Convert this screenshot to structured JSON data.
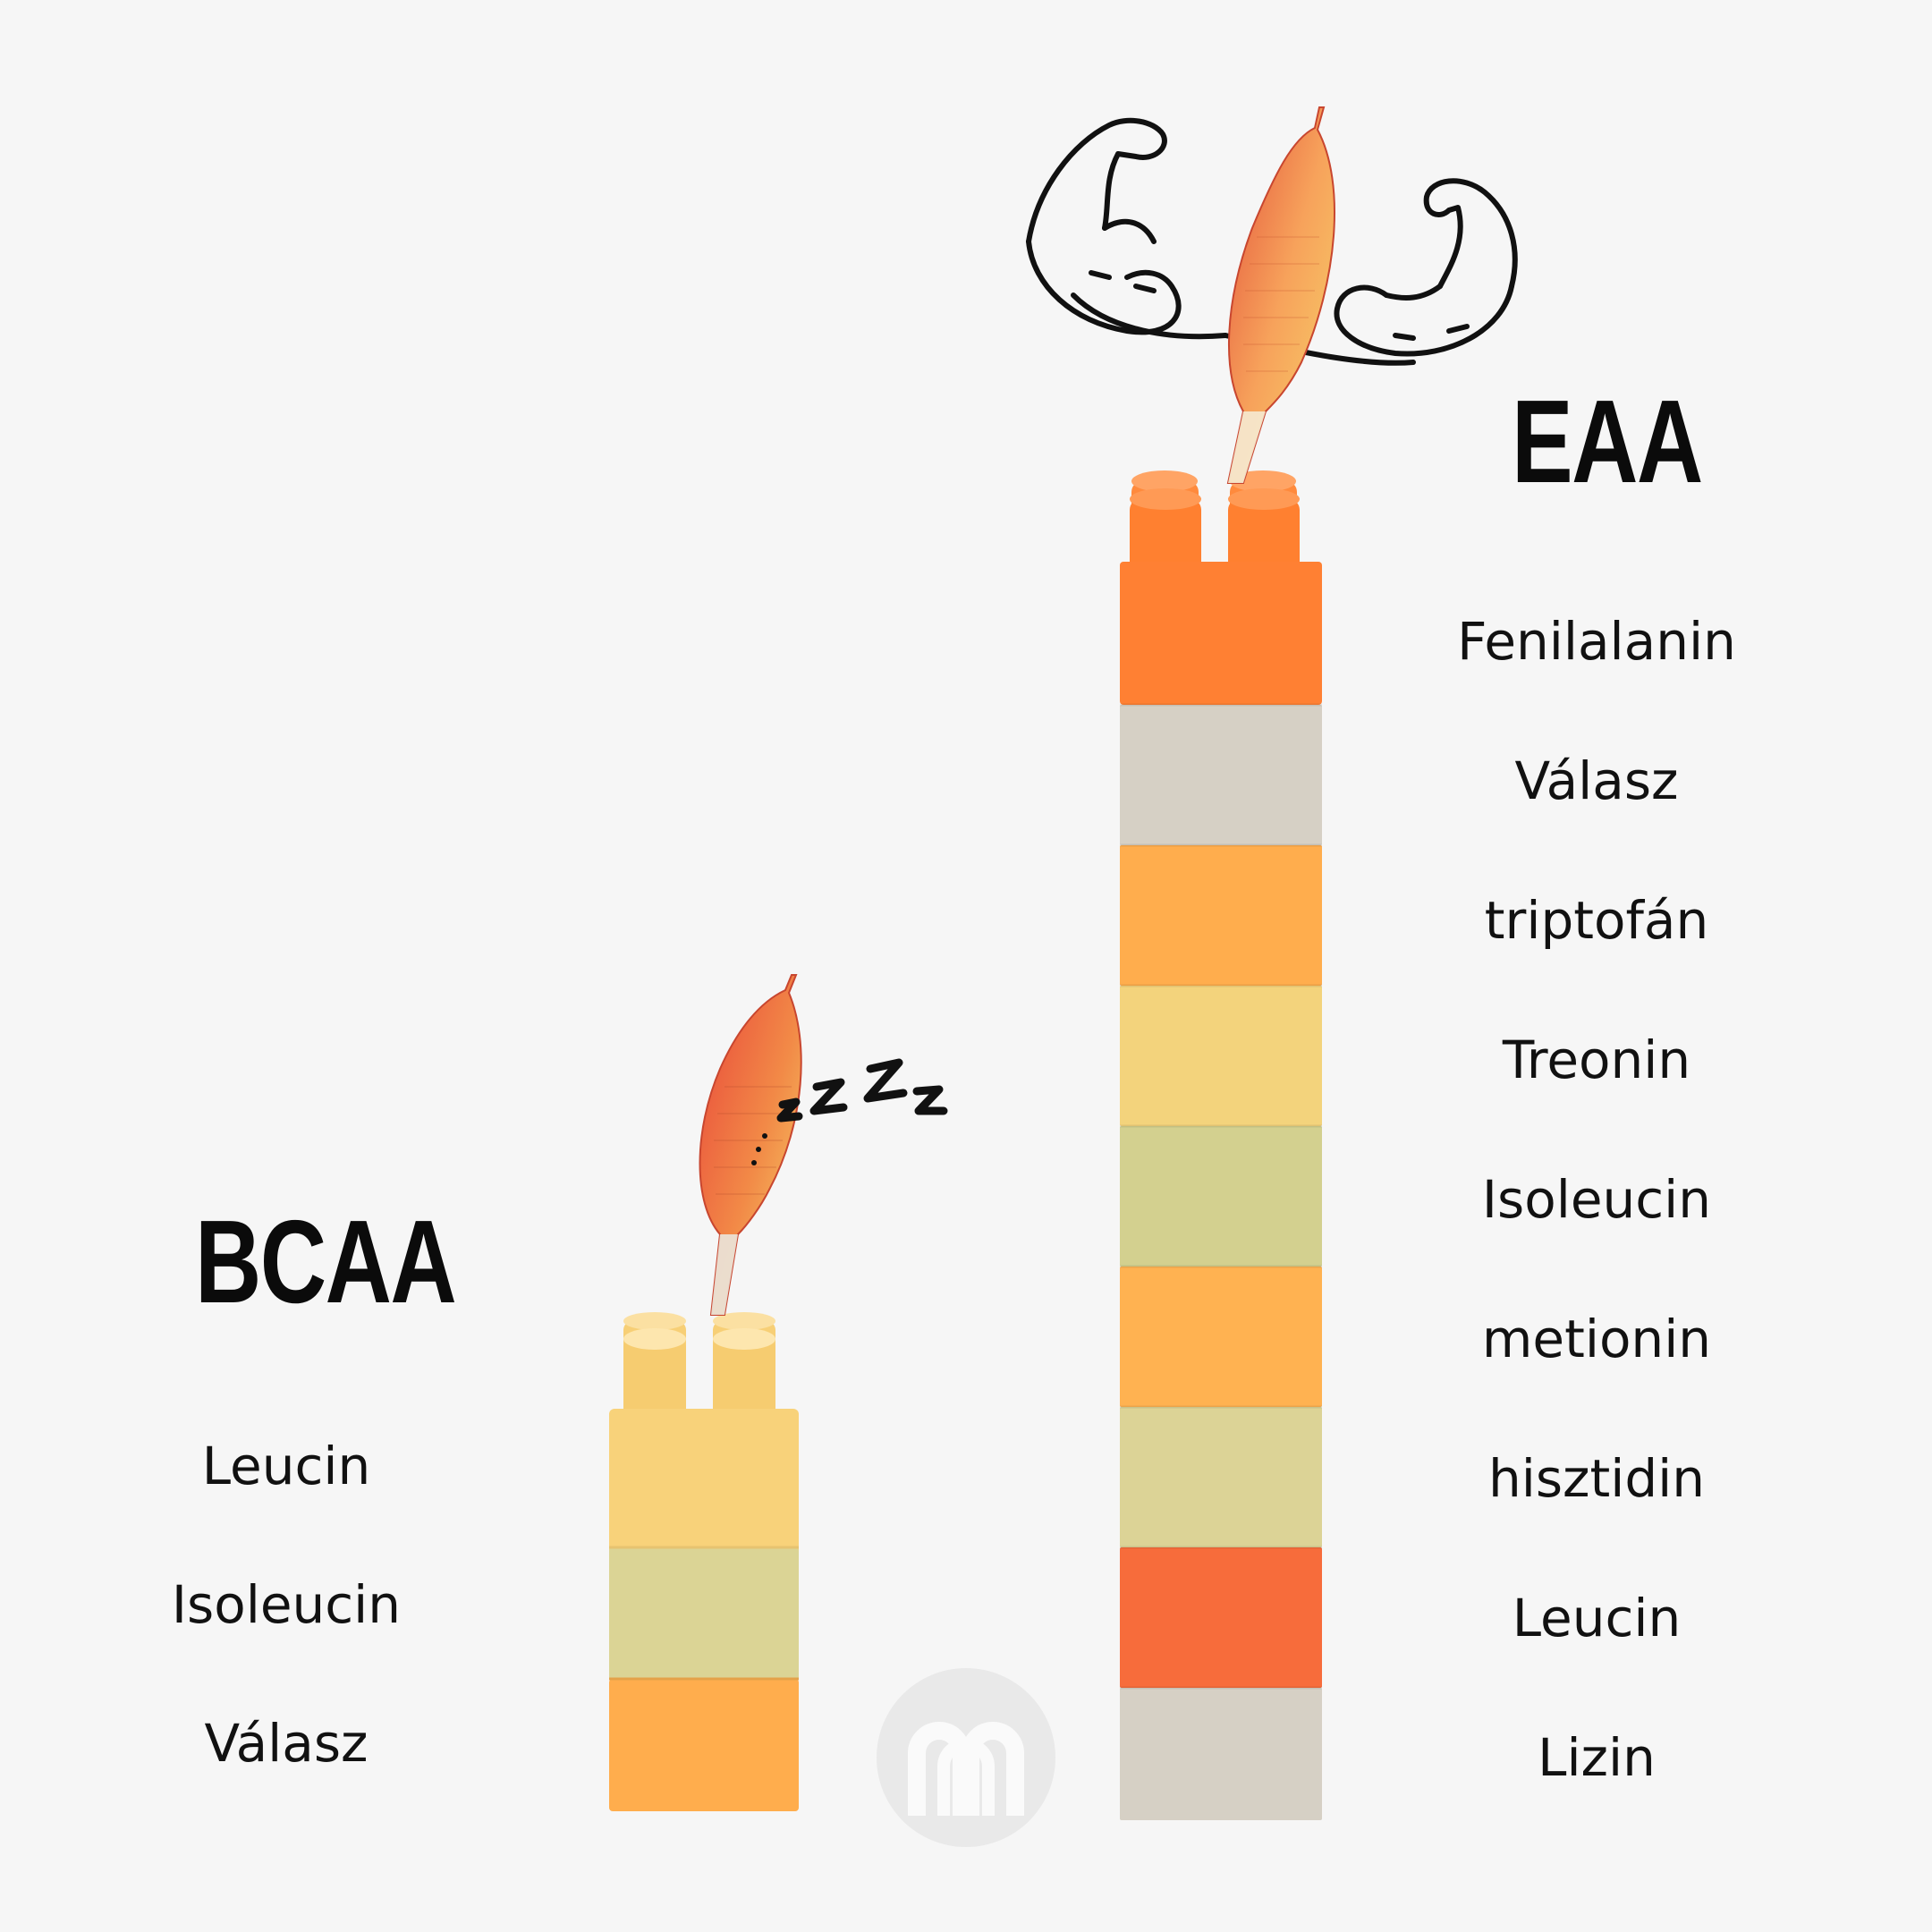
{
  "bcaa": {
    "title": "BCAA",
    "items": [
      "Leucin",
      "Isoleucin",
      "Válasz"
    ]
  },
  "eaa": {
    "title": "EAA",
    "items": [
      "Fenilalanin",
      "Válasz",
      "triptofán",
      "Treonin",
      "Isoleucin",
      "metionin",
      "hisztidin",
      "Leucin",
      "Lizin"
    ]
  },
  "icons": {
    "sleep": "sleeping-zzz-icon",
    "strong": "flexing-biceps-icon",
    "muscle": "muscle-fiber-icon",
    "logo": "brand-logo-watermark"
  },
  "colors": {
    "background": "#f6f6f6",
    "text": "#111111",
    "orange": "#ff8033",
    "light_orange": "#ffad4d",
    "yellow": "#f5d27a",
    "khaki": "#dbd495",
    "sage": "#d3d08f",
    "gray": "#d6d0c5",
    "red_orange": "#f76c3b"
  }
}
